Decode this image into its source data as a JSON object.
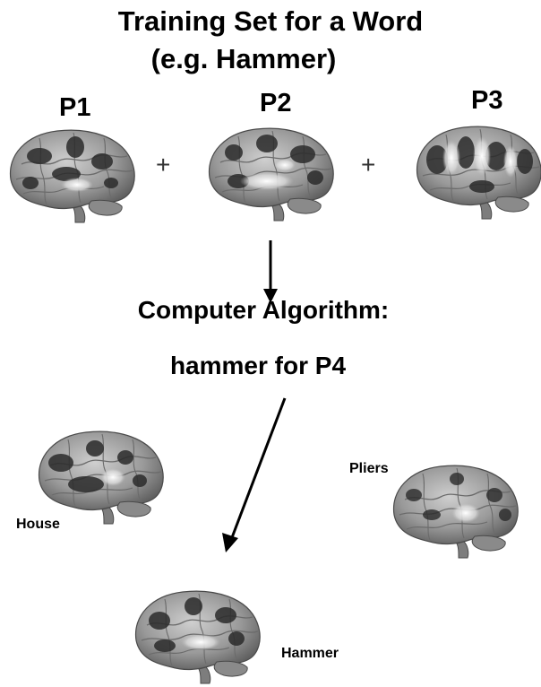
{
  "title_line1": "Training Set for a Word",
  "title_line2": "(e.g. Hammer)",
  "participants": [
    "P1",
    "P2",
    "P3"
  ],
  "plus_sign": "+",
  "algorithm_line1": "Computer Algorithm:",
  "algorithm_line2": "hammer for P4",
  "candidates": {
    "house": "House",
    "pliers": "Pliers",
    "hammer": "Hammer"
  },
  "colors": {
    "brain_base": "#9a9a9a",
    "activation_dark": "#2b2b2b",
    "activation_bright": "#ffffff"
  }
}
